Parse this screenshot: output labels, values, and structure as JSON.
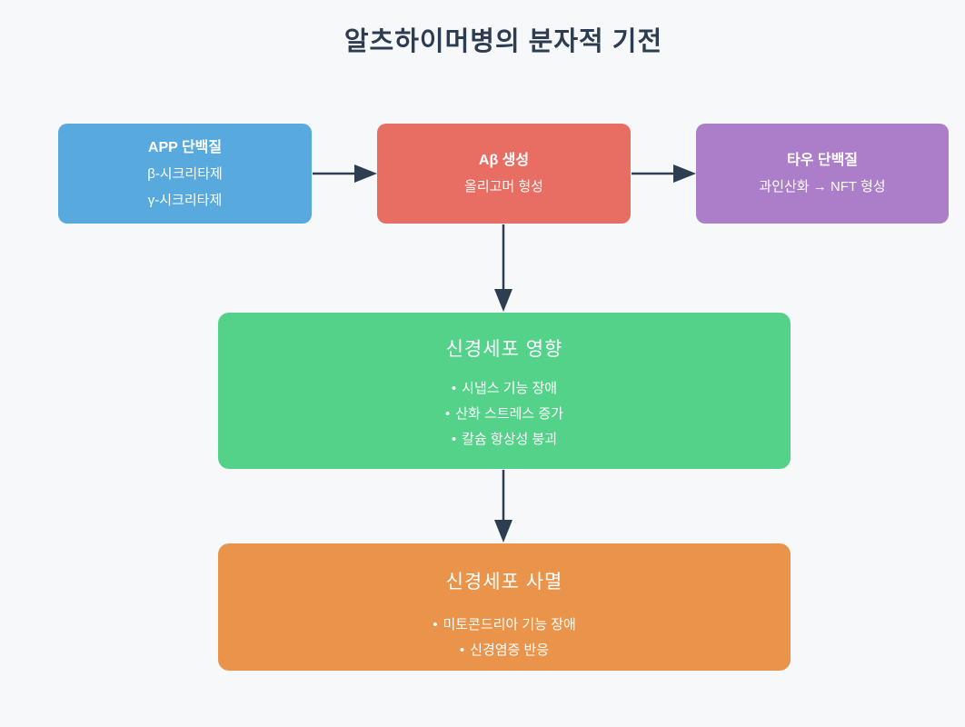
{
  "title": "알츠하이머병의 분자적 기전",
  "glyphs": {
    "bullet": "•"
  },
  "colors": {
    "background": "#f7f8fa",
    "title_text": "#2d3c50",
    "arrow": "#2c3e50",
    "node_text": "#ffffff"
  },
  "nodes": {
    "app": {
      "title": "APP 단백질",
      "lines": [
        "β-시크리타제",
        "γ-시크리타제"
      ],
      "color": "#57a9de"
    },
    "abeta": {
      "title": "Aβ 생성",
      "lines": [
        "올리고머 형성"
      ],
      "color": "#e86e63"
    },
    "tau": {
      "title": "타우 단백질",
      "lines": [
        "과인산화 → NFT 형성"
      ],
      "color": "#ac7dc8"
    },
    "effects": {
      "title": "신경세포 영향",
      "bullets": [
        "시냅스 기능 장애",
        "산화 스트레스 증가",
        "칼슘 항상성 붕괴"
      ],
      "color": "#55d28a"
    },
    "death": {
      "title": "신경세포 사멸",
      "bullets": [
        "미토콘드리아 기능 장애",
        "신경염증 반응"
      ],
      "color": "#e9944a"
    }
  },
  "edges": [
    {
      "from": "APP 단백질",
      "to": "Aβ 생성"
    },
    {
      "from": "Aβ 생성",
      "to": "타우 단백질"
    },
    {
      "from": "Aβ 생성",
      "to": "신경세포 영향"
    },
    {
      "from": "신경세포 영향",
      "to": "신경세포 사멸"
    }
  ]
}
